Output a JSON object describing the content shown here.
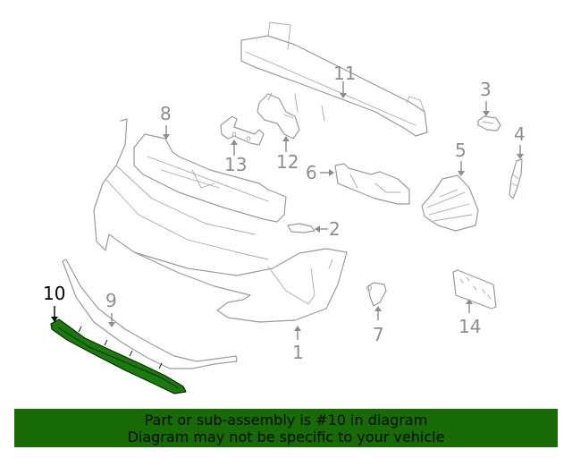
{
  "diagram": {
    "highlighted_part": "10",
    "highlight_color": "#1a7a0c",
    "line_color": "#9a9a9a",
    "callouts": [
      {
        "id": "1",
        "label": "1",
        "part": "bumper-cover"
      },
      {
        "id": "2",
        "label": "2",
        "part": "small-bracket"
      },
      {
        "id": "3",
        "label": "3",
        "part": "side-bracket"
      },
      {
        "id": "4",
        "label": "4",
        "part": "side-guide"
      },
      {
        "id": "5",
        "label": "5",
        "part": "grille-insert"
      },
      {
        "id": "6",
        "label": "6",
        "part": "absorber-bracket"
      },
      {
        "id": "7",
        "label": "7",
        "part": "clip"
      },
      {
        "id": "8",
        "label": "8",
        "part": "upper-grille"
      },
      {
        "id": "9",
        "label": "9",
        "part": "lower-molding"
      },
      {
        "id": "10",
        "label": "10",
        "part": "lower-trim-highlighted"
      },
      {
        "id": "11",
        "label": "11",
        "part": "reinforcement-bar"
      },
      {
        "id": "12",
        "label": "12",
        "part": "mount-bracket"
      },
      {
        "id": "13",
        "label": "13",
        "part": "support-bracket"
      },
      {
        "id": "14",
        "label": "14",
        "part": "license-plate-bracket"
      }
    ]
  },
  "banner": {
    "line1": "Part or sub-assembly is #10 in diagram",
    "line2": "Diagram may not be specific to your vehicle",
    "background": "#176a05"
  }
}
